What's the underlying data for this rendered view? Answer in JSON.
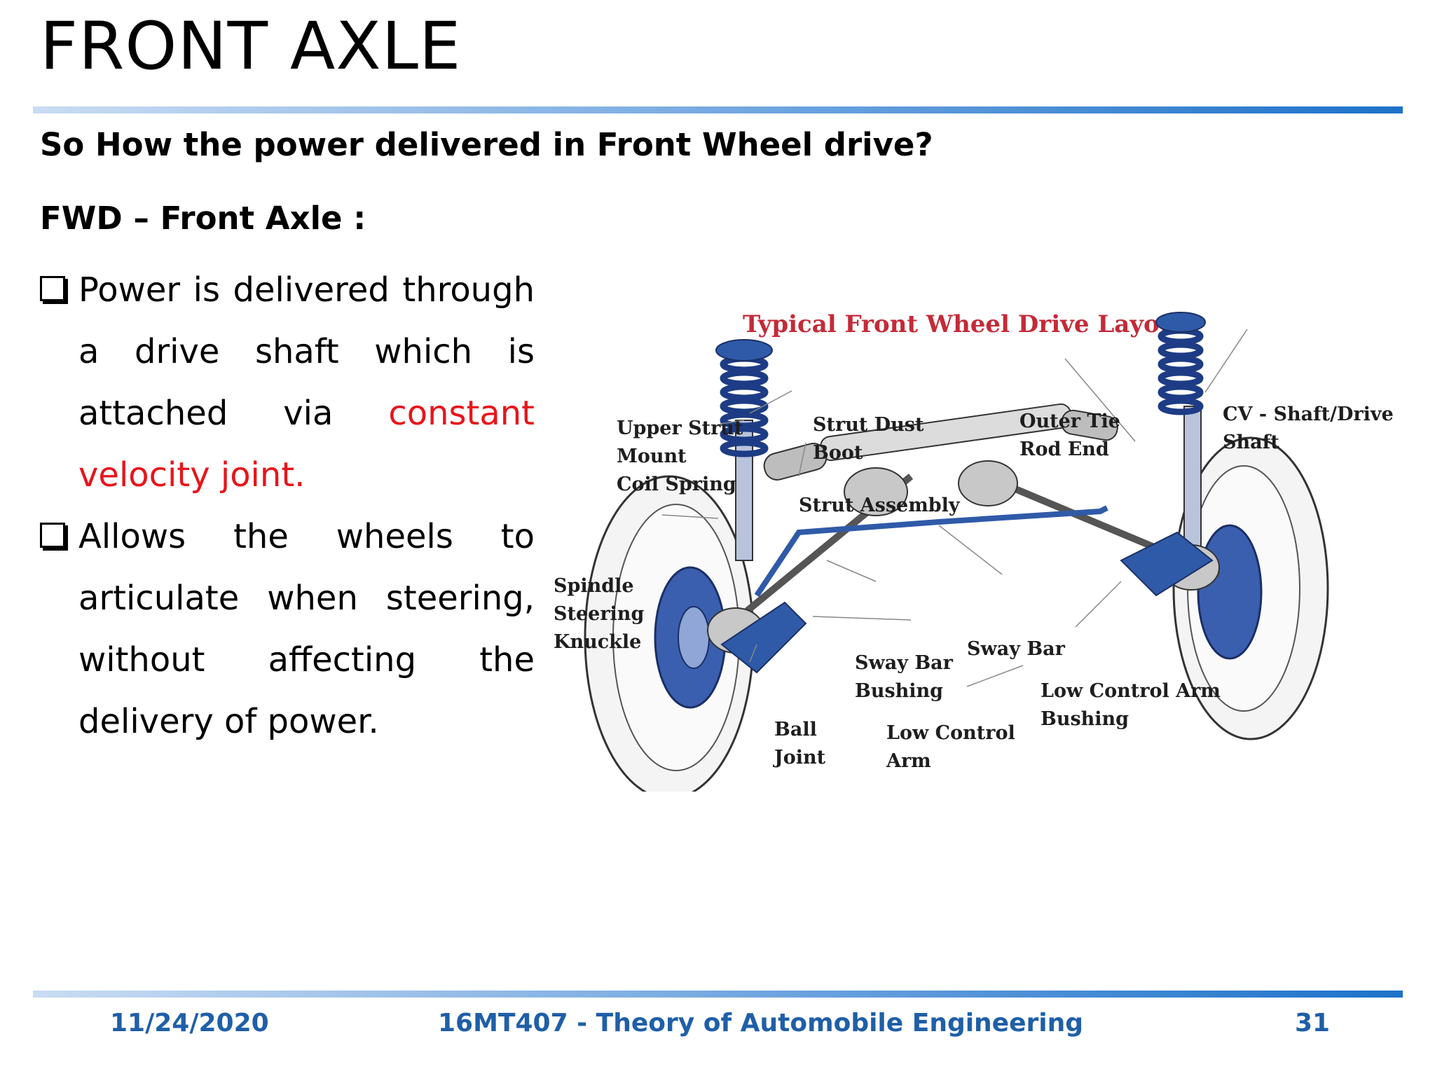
{
  "slide": {
    "title": "FRONT AXLE",
    "subtitle": "So How the power delivered in Front Wheel drive?",
    "heading": "FWD – Front Axle :",
    "bullets": [
      {
        "text": "Power is delivered through a drive shaft which is attached via ",
        "highlight": "constant velocity joint."
      },
      {
        "text": "Allows the wheels to articulate when steering, without affecting the delivery of power."
      }
    ]
  },
  "diagram": {
    "title": "Typical Front Wheel Drive Layout",
    "labels": {
      "upper_strut_mount": [
        "Upper Strut",
        "Mount"
      ],
      "coil_spring": "Coil Spring",
      "strut_dust_boot": [
        "Strut Dust",
        "Boot"
      ],
      "strut_assembly": "Strut Assembly",
      "outer_tie_rod_end": [
        "Outer Tie",
        "Rod End"
      ],
      "cv_shaft": [
        "CV - Shaft/Drive",
        "Shaft"
      ],
      "spindle_knuckle": [
        "Spindle",
        "Steering",
        "Knuckle"
      ],
      "sway_bar_bushing": [
        "Sway Bar",
        "Bushing"
      ],
      "sway_bar": "Sway Bar",
      "low_control_arm_bushing": [
        "Low Control Arm",
        "Bushing"
      ],
      "ball_joint": [
        "Ball",
        "Joint"
      ],
      "low_control_arm": [
        "Low Control",
        "Arm"
      ]
    },
    "colors": {
      "title": "#c42a38",
      "parts_blue": "#2f5aa8",
      "tire": "#d8d8d8"
    }
  },
  "footer": {
    "date": "11/24/2020",
    "course": "16MT407 - Theory of Automobile Engineering",
    "page": "31"
  },
  "colors": {
    "accent_blue": "#1f5fa8",
    "highlight_red": "#e8141b"
  }
}
